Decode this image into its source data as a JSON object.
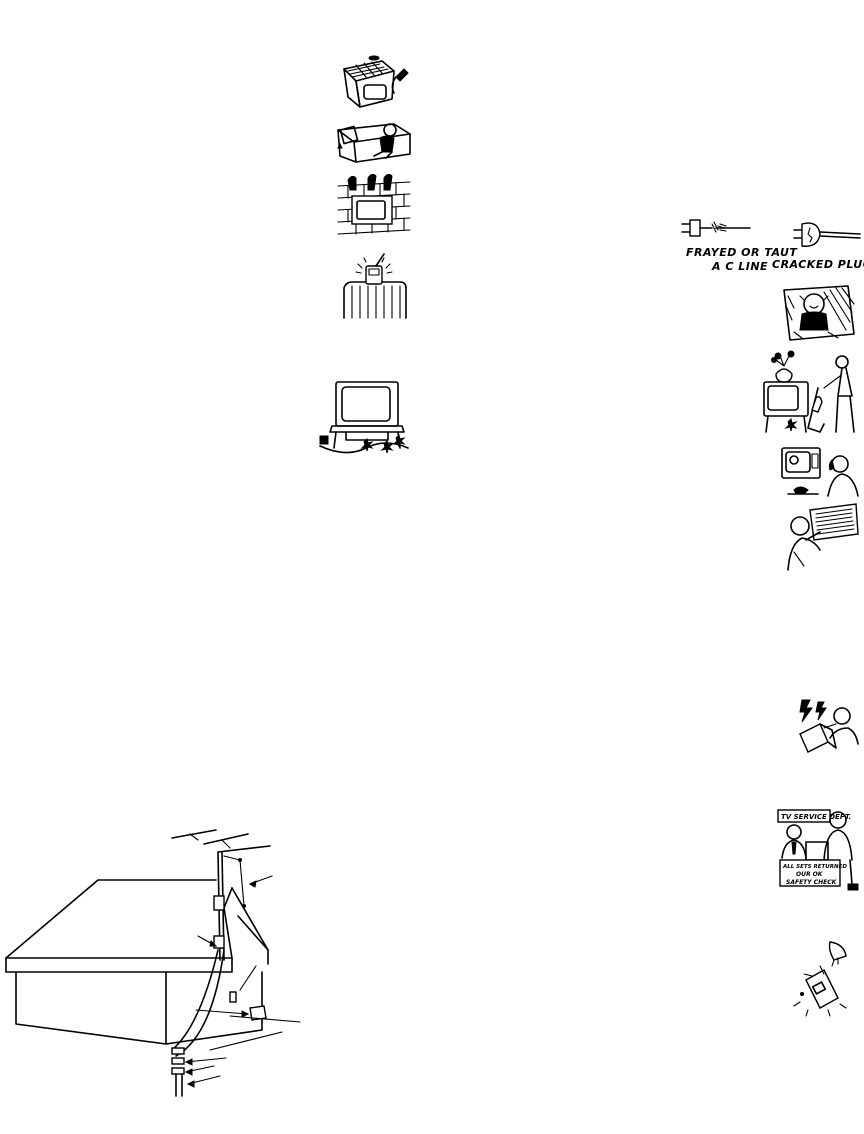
{
  "labels": {
    "frayed_line_1": "FRAYED OR TAUT",
    "frayed_line_2": "A C LINE",
    "cracked_plug": "CRACKED PLUG",
    "tv_service_sign": "TV SERVICE DEPT.",
    "safety_sign_line_1": "ALL SETS RETURNED",
    "safety_sign_line_2": "OUR OK",
    "safety_sign_line_3": "SAFETY CHECK"
  }
}
